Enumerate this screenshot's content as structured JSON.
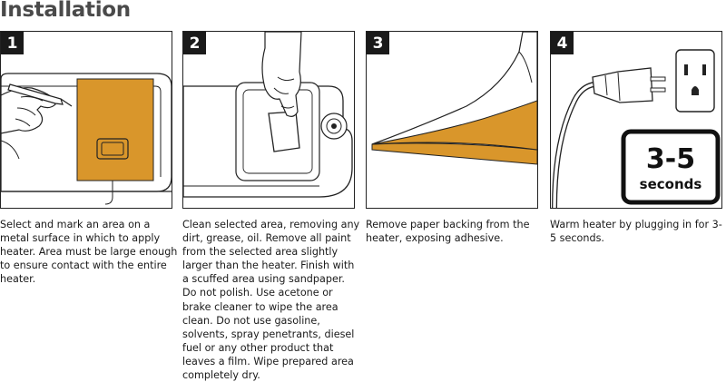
{
  "title": "Installation",
  "colors": {
    "heater": "#d9962b",
    "ink": "#1a1a1a",
    "title": "#4a4a4a"
  },
  "steps": [
    {
      "number": "1",
      "illustration": "hand-marking-metal-surface",
      "text": "Select and mark an area on a metal surface in which to apply heater. Area must be large enough to ensure contact with the entire heater."
    },
    {
      "number": "2",
      "illustration": "hand-sanding-surface",
      "text": "Clean selected area, removing any dirt, grease, oil. Remove all paint from the selected area slightly larger than the heater. Finish with a scuffed area using sandpaper. Do not polish. Use acetone or brake cleaner to wipe the area clean. Do not use gasoline, solvents, spray penetrants, diesel fuel or any other product that leaves a film. Wipe prepared area completely dry."
    },
    {
      "number": "3",
      "illustration": "peeling-paper-backing",
      "text": "Remove paper backing from the heater, exposing adhesive."
    },
    {
      "number": "4",
      "illustration": "plug-and-outlet",
      "text": "Warm heater by plugging in for 3-5 seconds.",
      "badge": {
        "value": "3-5",
        "unit": "seconds"
      }
    }
  ]
}
